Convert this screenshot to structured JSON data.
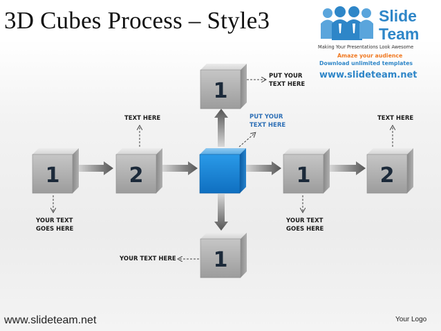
{
  "slide": {
    "title": "3D Cubes Process – Style3",
    "footer_url": "www.slideteam.net",
    "footer_logo": "Your Logo"
  },
  "brand": {
    "name_line1": "Slide",
    "name_line2": "Team",
    "tagline": "Making Your Presentations Look Awesome",
    "promo_line1": "Amaze your audience",
    "promo_line2": "Download unlimited templates",
    "website": "www.slideteam.net",
    "colors": {
      "blue": "#2e86c8",
      "orange": "#f07820",
      "dark": "#333333"
    }
  },
  "cubes": {
    "top": "1",
    "left1": "1",
    "left2": "2",
    "center": "",
    "right1": "1",
    "right2": "2",
    "bottom": "1"
  },
  "labels": {
    "top_right": [
      "PUT YOUR",
      "TEXT HERE"
    ],
    "center_right": [
      "PUT YOUR",
      "TEXT HERE"
    ],
    "left2_top": "TEXT HERE",
    "right2_top": "TEXT HERE",
    "left1_bottom": [
      "YOUR TEXT",
      "GOES HERE"
    ],
    "right1_bottom": [
      "YOUR TEXT",
      "GOES HERE"
    ],
    "bottom_left": "YOUR TEXT HERE"
  },
  "colors": {
    "cube_gray": "#a9a9a9",
    "cube_blue": "#1e88d8",
    "arrow": "#6e6e6e",
    "label_blue": "#2d6fb6"
  }
}
